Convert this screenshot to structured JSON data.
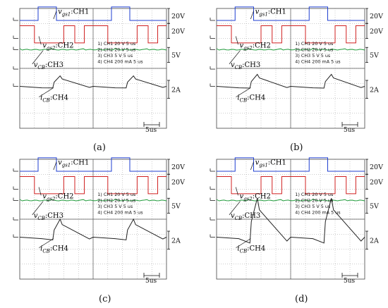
{
  "chart_data": [
    {
      "type": "line",
      "panel_label": "(a)",
      "time_scale_label": "5us",
      "scale_labels": [
        "20V",
        "20V",
        "5V",
        "2A"
      ],
      "legend_lines": [
        "1) CH1  20  V    5 us",
        "2) CH2  20  V    5 us",
        "3) CH3  5  V    5 us",
        "4) CH4  200 mA   5 us"
      ],
      "channel_labels": {
        "ch1": "v_gs1:CH1",
        "ch2": "v_gs2:CH2",
        "ch3": "v_CB:CH3",
        "ch4": "i_CB:CH4"
      },
      "ch4_ramp_peak_div": 0.7,
      "series": [
        {
          "name": "CH1",
          "color": "#1f3fd0",
          "high_div": 0.9,
          "low_div": 0.0
        },
        {
          "name": "CH2",
          "color": "#d02020",
          "high_div": 0.85,
          "low_div": -0.05
        },
        {
          "name": "CH3",
          "color": "#1f9a3a",
          "level_div": 0.0
        },
        {
          "name": "CH4",
          "color": "#202020"
        }
      ]
    },
    {
      "type": "line",
      "panel_label": "(b)",
      "time_scale_label": "5us",
      "scale_labels": [
        "20V",
        "20V",
        "5V",
        "2A"
      ],
      "legend_lines": [
        "1) CH1  20  V    5 us",
        "2) CH2  20  V    5 us",
        "3) CH3  5  V    5 us",
        "4) CH4  200 mA   5 us"
      ],
      "channel_labels": {
        "ch1": "v_gs1:CH1",
        "ch2": "v_gs2:CH2",
        "ch3": "v_CB:CH3",
        "ch4": "i_CB:CH4"
      },
      "ch4_ramp_peak_div": 0.8,
      "series": [
        {
          "name": "CH1",
          "color": "#1f3fd0",
          "high_div": 0.9,
          "low_div": 0.0
        },
        {
          "name": "CH2",
          "color": "#d02020",
          "high_div": 0.85,
          "low_div": -0.05
        },
        {
          "name": "CH3",
          "color": "#1f9a3a",
          "level_div": 0.0
        },
        {
          "name": "CH4",
          "color": "#202020"
        }
      ]
    },
    {
      "type": "line",
      "panel_label": "(c)",
      "time_scale_label": "5us",
      "scale_labels": [
        "20V",
        "20V",
        "5V",
        "2A"
      ],
      "legend_lines": [
        "1) CH1  20  V    5 us",
        "2) CH2  20  V    5 us",
        "3) CH3  5  V    5 us",
        "4) CH4  200 mA   5 us"
      ],
      "channel_labels": {
        "ch1": "v_gs1:CH1",
        "ch2": "v_gs2:CH2",
        "ch3": "v_CB:CH3",
        "ch4": "i_CB:CH4"
      },
      "ch4_ramp_peak_div": 1.2,
      "series": [
        {
          "name": "CH1",
          "color": "#1f3fd0",
          "high_div": 0.9,
          "low_div": 0.0
        },
        {
          "name": "CH2",
          "color": "#d02020",
          "high_div": 0.85,
          "low_div": -0.05
        },
        {
          "name": "CH3",
          "color": "#1f9a3a",
          "level_div": 0.0
        },
        {
          "name": "CH4",
          "color": "#202020"
        }
      ]
    },
    {
      "type": "line",
      "panel_label": "(d)",
      "time_scale_label": "5us",
      "scale_labels": [
        "20V",
        "20V",
        "5V",
        "2A"
      ],
      "legend_lines": [
        "1) CH1  20  V    5 us",
        "2) CH2  20  V    5 us",
        "3) CH3  5  V    5 us",
        "4) CH4  200 mA   5 us"
      ],
      "channel_labels": {
        "ch1": "v_gs1:CH1",
        "ch2": "v_gs2:CH2",
        "ch3": "v_CB:CH3",
        "ch4": "i_CB:CH4"
      },
      "ch4_ramp_peak_div": 2.6,
      "series": [
        {
          "name": "CH1",
          "color": "#1f3fd0",
          "high_div": 0.9,
          "low_div": 0.0
        },
        {
          "name": "CH2",
          "color": "#d02020",
          "high_div": 0.85,
          "low_div": -0.05
        },
        {
          "name": "CH3",
          "color": "#1f9a3a",
          "level_div": 0.0
        },
        {
          "name": "CH4",
          "color": "#202020"
        }
      ]
    }
  ]
}
